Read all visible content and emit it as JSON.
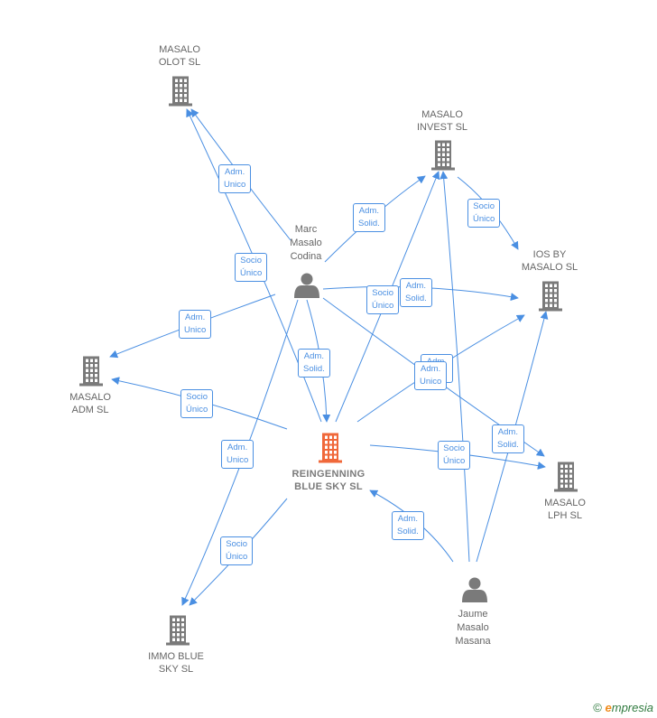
{
  "nodes": {
    "masalo_olot": "MASALO\nOLOT  SL",
    "masalo_invest": "MASALO\nINVEST  SL",
    "ios_by": "IOS BY\nMASALO  SL",
    "masalo_adm": "MASALO\nADM  SL",
    "masalo_lph": "MASALO\nLPH  SL",
    "immo_blue": "IMMO BLUE\nSKY  SL",
    "reingenning": "REINGENNING\nBLUE SKY  SL",
    "marc": "Marc\nMasalo\nCodina",
    "jaume": "Jaume\nMasalo\nMasana"
  },
  "edge_labels": {
    "adm_unico": [
      "Adm.",
      "Unico"
    ],
    "adm_solid": [
      "Adm.",
      "Solid."
    ],
    "socio_unico": [
      "Socio",
      "Único"
    ]
  },
  "colors": {
    "edge": "#4a8fe2",
    "building": "#7a7a7a",
    "center": "#f0683a",
    "person": "#7a7a7a"
  },
  "watermark": {
    "copyright": "©",
    "brand_e": "e",
    "brand_rest": "mpresia"
  }
}
